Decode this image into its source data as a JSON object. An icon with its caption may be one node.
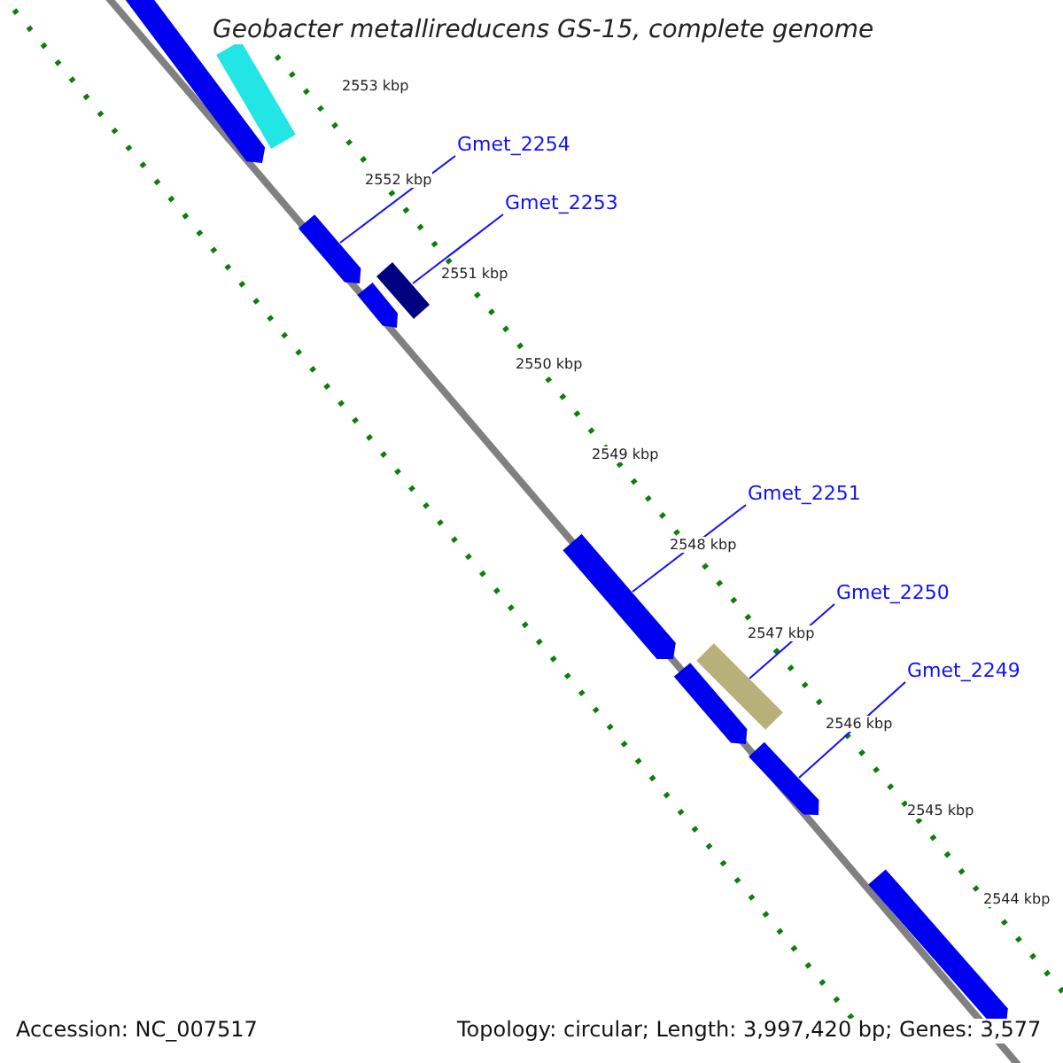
{
  "diagram": {
    "title": "Geobacter metallireducens GS-15, complete genome",
    "nodes": [
      {
        "text": [
          "Gmet_2254"
        ]
      },
      {
        "text": [],
        "shape": "bar"
      },
      {
        "text": [
          "Gmet_2253"
        ]
      },
      {
        "text": [],
        "shape": "bar"
      },
      {
        "text": [
          "Gmet_2251"
        ]
      },
      {
        "text": [],
        "shape": "bar"
      },
      {
        "text": [
          "Gmet_2250"
        ]
      },
      {
        "text": [],
        "shape": "bar"
      },
      {
        "text": [
          "Gmet_2249"
        ]
      },
      {
        "text": [],
        "shape": "bar"
      },
      {
        "text": [],
        "shape": "bar"
      },
      {
        "text": [],
        "shape": "bar"
      },
      {
        "text": [],
        "shape": "bar"
      },
      {
        "text": [],
        "shape": "bar"
      },
      {
        "text": [],
        "shape": "bar"
      }
    ],
    "edges": [
      {
        "from": 0,
        "to": 1,
        "arrow": "none"
      },
      {
        "from": 2,
        "to": 3,
        "arrow": "none"
      },
      {
        "from": 4,
        "to": 5,
        "arrow": "none"
      },
      {
        "from": 6,
        "to": 7,
        "arrow": "none"
      },
      {
        "from": 8,
        "to": 9,
        "arrow": "none"
      }
    ],
    "labels": [
      "2553 kbp",
      "2552 kbp",
      "2551 kbp",
      "2550 kbp",
      "2549 kbp",
      "2548 kbp",
      "2547 kbp",
      "2546 kbp",
      "2545 kbp",
      "2544 kbp",
      "Accession: NC_007517",
      "Topology: circular; Length: 3,997,420 bp; Genes: 3,577"
    ]
  }
}
